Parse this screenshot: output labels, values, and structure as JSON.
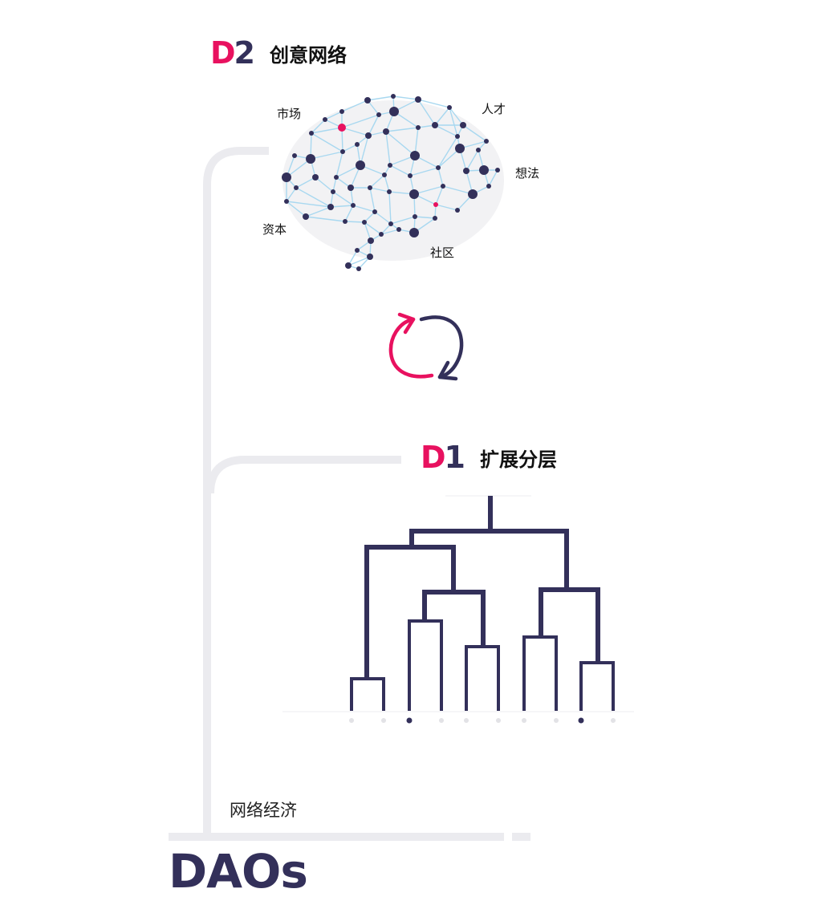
{
  "d2": {
    "prefix": "D",
    "number": "2",
    "title": "创意网络"
  },
  "brain_labels": {
    "market": "市场",
    "talent": "人才",
    "ideas": "想法",
    "capital": "资本",
    "community": "社区"
  },
  "d1": {
    "prefix": "D",
    "number": "1",
    "title": "扩展分层"
  },
  "bottom": {
    "caption": "网络经济",
    "title": "DAOs"
  },
  "colors": {
    "accent": "#e8115f",
    "dark": "#33305a",
    "edge": "#a8d8f0",
    "rail": "#ebebef"
  }
}
